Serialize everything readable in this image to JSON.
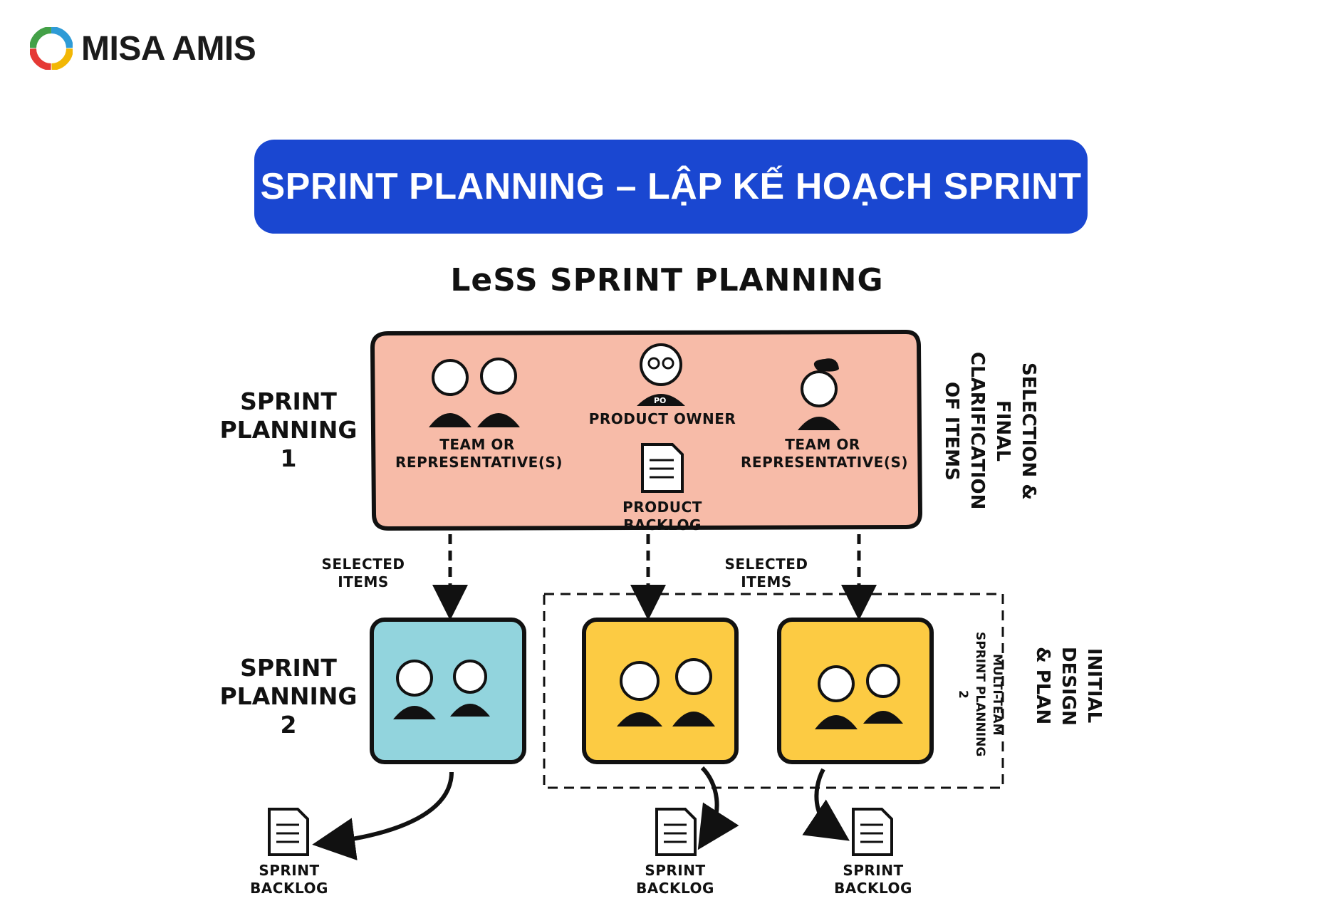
{
  "brand": {
    "name": "MISA AMIS"
  },
  "banner": {
    "title": "SPRINT PLANNING – LẬP KẾ HOẠCH SPRINT",
    "color": "#1a47d1"
  },
  "diagram": {
    "title": "LeSS SPRINT PLANNING",
    "sp1_label_line1": "SPRINT",
    "sp1_label_line2": "PLANNING 1",
    "sp2_label_line1": "SPRINT",
    "sp2_label_line2": "PLANNING 2",
    "team_left_line1": "TEAM OR",
    "team_left_line2": "REPRESENTATIVE(S)",
    "team_right_line1": "TEAM OR",
    "team_right_line2": "REPRESENTATIVE(S)",
    "product_owner": "PRODUCT OWNER",
    "po_badge": "PO",
    "product_backlog": "PRODUCT BACKLOG",
    "selection_line1": "SELECTION & FINAL",
    "selection_line2": "CLARIFICATION",
    "selection_line3": "OF ITEMS",
    "selected_items_left": "SELECTED ITEMS",
    "selected_items_right": "SELECTED ITEMS",
    "multi_team_line1": "MULTI-TEAM",
    "multi_team_line2": "SPRINT PLANNING 2",
    "initial_design_line1": "INITIAL DESIGN",
    "initial_design_line2": "& PLAN",
    "sprint_backlog_1": "SPRINT BACKLOG",
    "sprint_backlog_2": "SPRINT BACKLOG",
    "sprint_backlog_3": "SPRINT BACKLOG"
  },
  "colors": {
    "sp1_box": "#f7bba8",
    "sp2_teal": "#92d4dd",
    "sp2_yellow": "#fccb43"
  }
}
